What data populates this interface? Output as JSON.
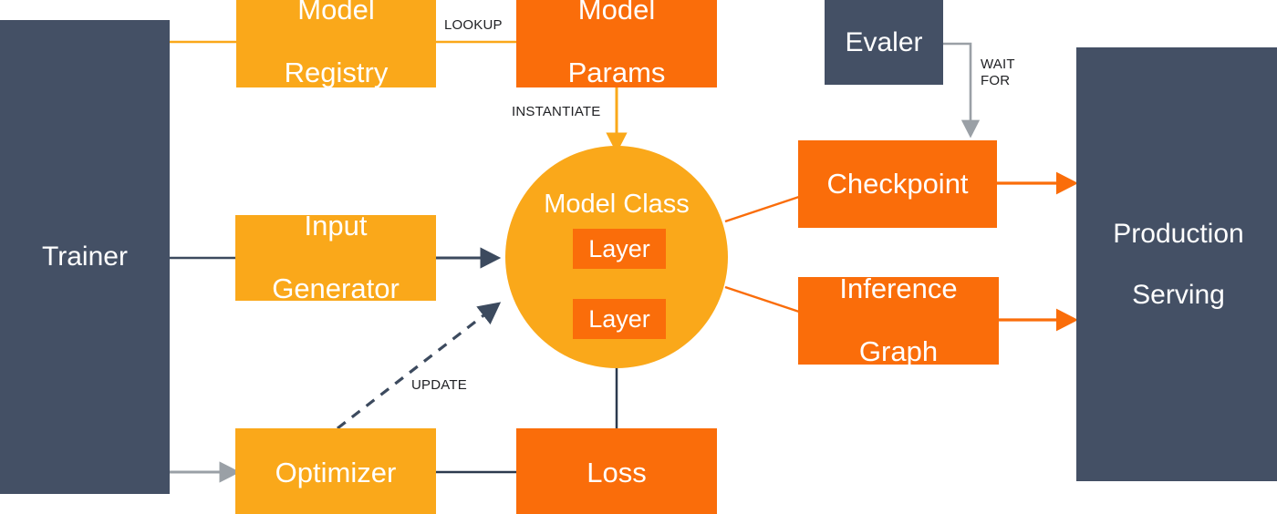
{
  "diagram": {
    "title": "TensorFlow model training and serving architecture",
    "colors": {
      "amber": "#FAA81A",
      "orange": "#FA6D0A",
      "navy": "#445065",
      "gray_arrow": "#9AA0A6",
      "background": "#FFFFFF",
      "text_on_fill": "#FFFFFF",
      "label_text": "#202124"
    },
    "nodes": [
      {
        "id": "trainer",
        "label": "Trainer",
        "shape": "rect",
        "color": "navy"
      },
      {
        "id": "model-registry",
        "label": "Model\nRegistry",
        "shape": "rect",
        "color": "amber"
      },
      {
        "id": "model-params",
        "label": "Model\nParams",
        "shape": "rect",
        "color": "orange"
      },
      {
        "id": "evaler",
        "label": "Evaler",
        "shape": "rect",
        "color": "navy"
      },
      {
        "id": "production-serving",
        "label": "Production\nServing",
        "shape": "rect",
        "color": "navy"
      },
      {
        "id": "input-generator",
        "label": "Input\nGenerator",
        "shape": "rect",
        "color": "amber"
      },
      {
        "id": "model-class",
        "label": "Model Class",
        "shape": "circle",
        "color": "amber"
      },
      {
        "id": "layer-top",
        "label": "Layer",
        "shape": "rect",
        "color": "orange"
      },
      {
        "id": "layer-bottom",
        "label": "Layer",
        "shape": "rect",
        "color": "orange"
      },
      {
        "id": "checkpoint",
        "label": "Checkpoint",
        "shape": "rect",
        "color": "orange"
      },
      {
        "id": "inference-graph",
        "label": "Inference\nGraph",
        "shape": "rect",
        "color": "orange"
      },
      {
        "id": "optimizer",
        "label": "Optimizer",
        "shape": "rect",
        "color": "amber"
      },
      {
        "id": "loss",
        "label": "Loss",
        "shape": "rect",
        "color": "orange"
      }
    ],
    "node_labels": {
      "trainer": "Trainer",
      "model_registry_line1": "Model",
      "model_registry_line2": "Registry",
      "model_params_line1": "Model",
      "model_params_line2": "Params",
      "evaler": "Evaler",
      "production_line1": "Production",
      "production_line2": "Serving",
      "input_generator_line1": "Input",
      "input_generator_line2": "Generator",
      "model_class": "Model Class",
      "layer_top": "Layer",
      "layer_bottom": "Layer",
      "checkpoint": "Checkpoint",
      "inference_line1": "Inference",
      "inference_line2": "Graph",
      "optimizer": "Optimizer",
      "loss": "Loss"
    },
    "edges": [
      {
        "id": "trainer-to-model-registry",
        "from": "trainer",
        "to": "model-registry",
        "label": "",
        "style": "solid",
        "color": "#FAA81A",
        "arrow": false
      },
      {
        "id": "model-registry-to-model-params",
        "from": "model-registry",
        "to": "model-params",
        "label": "LOOKUP",
        "style": "solid",
        "color": "#FAA81A",
        "arrow": false
      },
      {
        "id": "model-params-to-model-class",
        "from": "model-params",
        "to": "model-class",
        "label": "INSTANTIATE",
        "style": "solid",
        "color": "#FAA81A",
        "arrow": true
      },
      {
        "id": "trainer-to-input-generator",
        "from": "trainer",
        "to": "input-generator",
        "label": "",
        "style": "solid",
        "color": "#3C4A5E",
        "arrow": false
      },
      {
        "id": "input-generator-to-model-class",
        "from": "input-generator",
        "to": "model-class",
        "label": "",
        "style": "solid",
        "color": "#3C4A5E",
        "arrow": true
      },
      {
        "id": "trainer-to-optimizer",
        "from": "trainer",
        "to": "optimizer",
        "label": "",
        "style": "solid",
        "color": "#9AA0A6",
        "arrow": true
      },
      {
        "id": "optimizer-to-model-class",
        "from": "optimizer",
        "to": "model-class",
        "label": "UPDATE",
        "style": "dashed",
        "color": "#3C4A5E",
        "arrow": true
      },
      {
        "id": "optimizer-to-loss",
        "from": "optimizer",
        "to": "loss",
        "label": "",
        "style": "solid",
        "color": "#2C3A4F",
        "arrow": false
      },
      {
        "id": "model-class-to-loss",
        "from": "model-class",
        "to": "loss",
        "label": "",
        "style": "solid",
        "color": "#2C3A4F",
        "arrow": false
      },
      {
        "id": "model-class-to-checkpoint",
        "from": "model-class",
        "to": "checkpoint",
        "label": "",
        "style": "solid",
        "color": "#FA6D0A",
        "arrow": false
      },
      {
        "id": "model-class-to-inference-graph",
        "from": "model-class",
        "to": "inference-graph",
        "label": "",
        "style": "solid",
        "color": "#FA6D0A",
        "arrow": false
      },
      {
        "id": "checkpoint-to-production-serving",
        "from": "checkpoint",
        "to": "production-serving",
        "label": "",
        "style": "solid",
        "color": "#FA6D0A",
        "arrow": true
      },
      {
        "id": "inference-graph-to-production-serving",
        "from": "inference-graph",
        "to": "production-serving",
        "label": "",
        "style": "solid",
        "color": "#FA6D0A",
        "arrow": true
      },
      {
        "id": "evaler-to-checkpoint",
        "from": "evaler",
        "to": "checkpoint",
        "label": "WAIT FOR",
        "style": "solid",
        "color": "#9AA0A6",
        "arrow": true
      },
      {
        "id": "layer-top-to-layer-bottom",
        "from": "layer-top",
        "to": "layer-bottom",
        "label": "",
        "style": "dotted",
        "color": "#FA6D0A",
        "arrow": false
      }
    ],
    "edge_labels": {
      "lookup": "LOOKUP",
      "instantiate": "INSTANTIATE",
      "update": "UPDATE",
      "wait_for": "WAIT\nFOR"
    }
  }
}
